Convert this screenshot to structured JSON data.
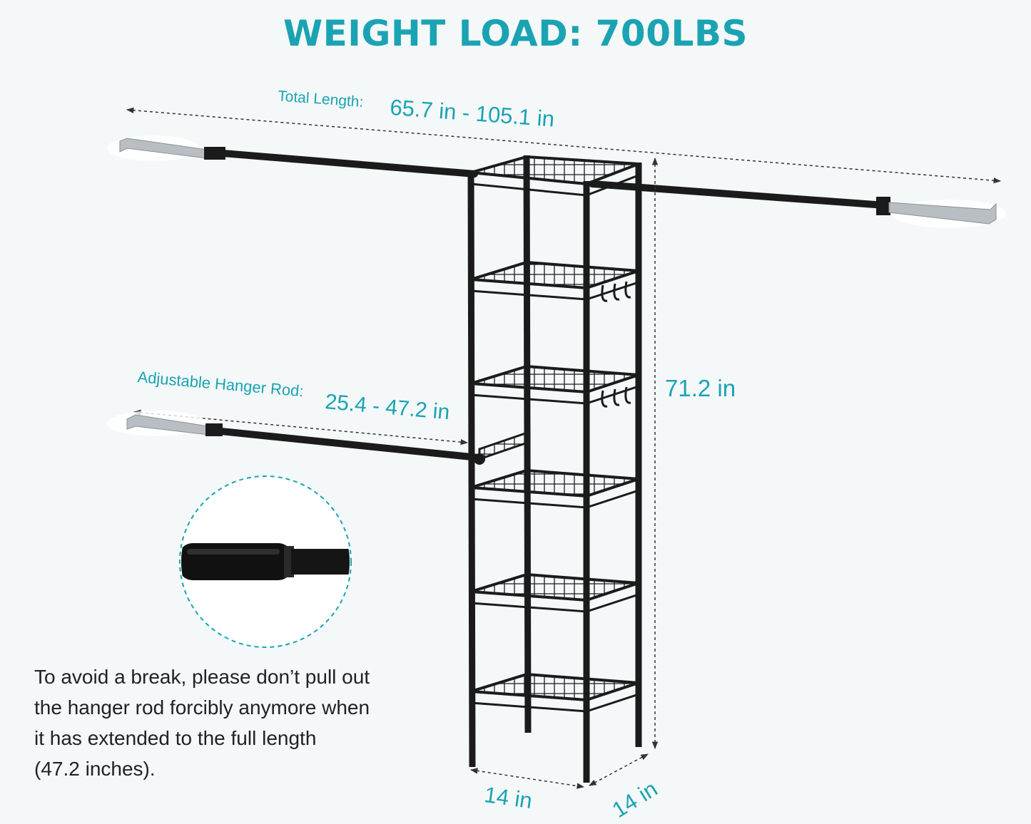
{
  "title": "WEIGHT LOAD: 700LBS",
  "total_length": {
    "label": "Total Length:",
    "value": "65.7 in - 105.1 in"
  },
  "hanger_rod": {
    "label": "Adjustable Hanger Rod:",
    "value": "25.4 - 47.2 in"
  },
  "height": "71.2 in",
  "width": "14 in",
  "depth": "14 in",
  "note_lines": [
    "To avoid a break, please don’t pull out",
    "the hanger rod forcibly anymore when",
    "it has extended to the full length",
    "(47.2 inches)."
  ],
  "colors": {
    "accent": "#1aa3b2",
    "metal": "#1b1b1b",
    "bracket": "#b9bec3",
    "text": "#222222"
  }
}
